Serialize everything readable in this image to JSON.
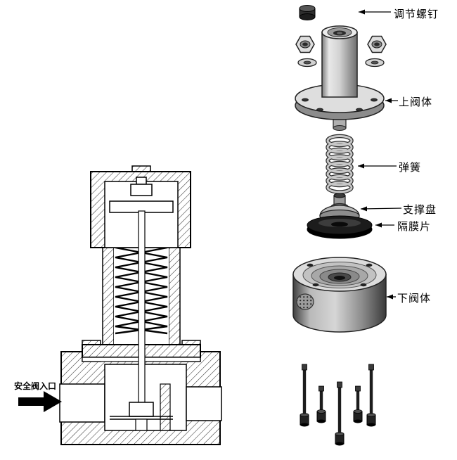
{
  "figure": {
    "type": "valve-exploded-and-section-diagram",
    "background": "#ffffff"
  },
  "labels": {
    "adjust_screw": "调节螺钉",
    "upper_body": "上阀体",
    "spring": "弹簧",
    "support_disc": "支撑盘",
    "diaphragm": "隔膜片",
    "lower_body": "下阀体",
    "inlet": "安全阀入口"
  },
  "colors": {
    "line": "#000000",
    "metal_light": "#e8e8e8",
    "metal_mid": "#9a9a9a",
    "metal_dark": "#2d2d2d"
  }
}
